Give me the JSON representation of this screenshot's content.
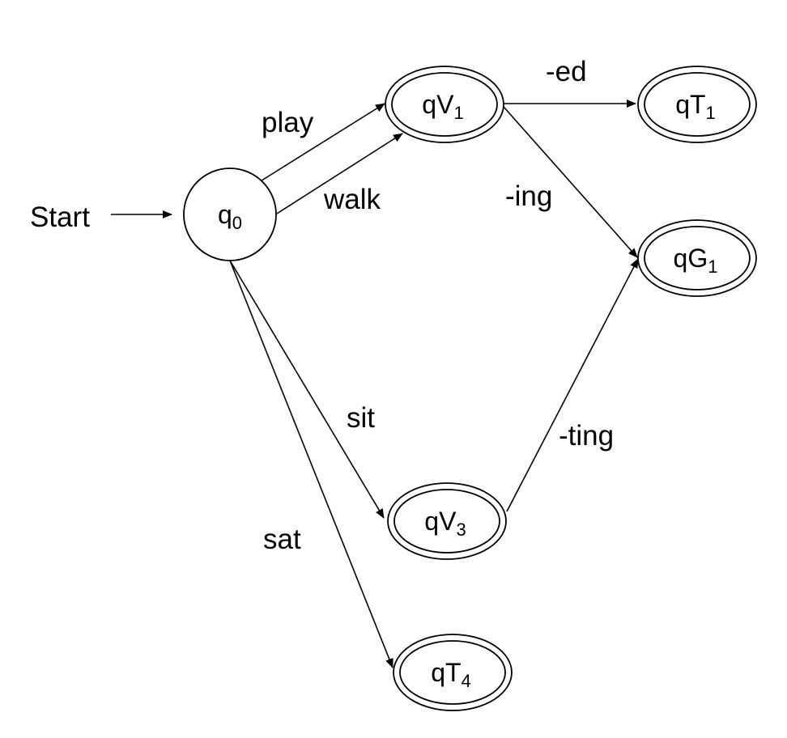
{
  "start_label": "Start",
  "states": {
    "q0": {
      "name": "q",
      "sub": "0",
      "accepting": false
    },
    "qV1": {
      "name": "qV",
      "sub": "1",
      "accepting": true
    },
    "qT1": {
      "name": "qT",
      "sub": "1",
      "accepting": true
    },
    "qG1": {
      "name": "qG",
      "sub": "1",
      "accepting": true
    },
    "qV3": {
      "name": "qV",
      "sub": "3",
      "accepting": true
    },
    "qT4": {
      "name": "qT",
      "sub": "4",
      "accepting": true
    }
  },
  "transitions": [
    {
      "from": "q0",
      "to": "qV1",
      "label": "play"
    },
    {
      "from": "q0",
      "to": "qV1",
      "label": "walk"
    },
    {
      "from": "qV1",
      "to": "qT1",
      "label": "-ed"
    },
    {
      "from": "qV1",
      "to": "qG1",
      "label": "-ing"
    },
    {
      "from": "q0",
      "to": "qV3",
      "label": "sit"
    },
    {
      "from": "q0",
      "to": "qT4",
      "label": "sat"
    },
    {
      "from": "qV3",
      "to": "qG1",
      "label": "-ting"
    }
  ]
}
